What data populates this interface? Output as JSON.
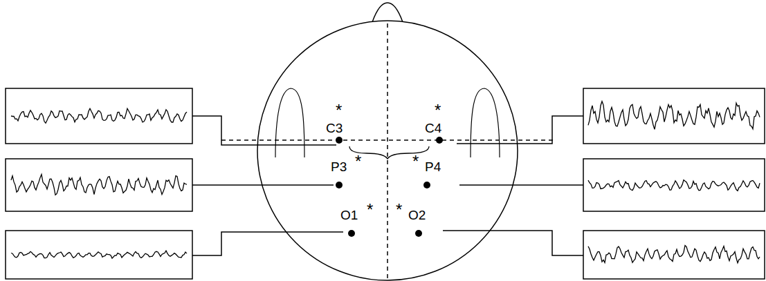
{
  "diagram": {
    "labels": [
      "*",
      "C3",
      "*",
      "C4",
      "P3",
      "*",
      "*",
      "P4",
      "O1",
      "*",
      "*",
      "O2"
    ]
  }
}
